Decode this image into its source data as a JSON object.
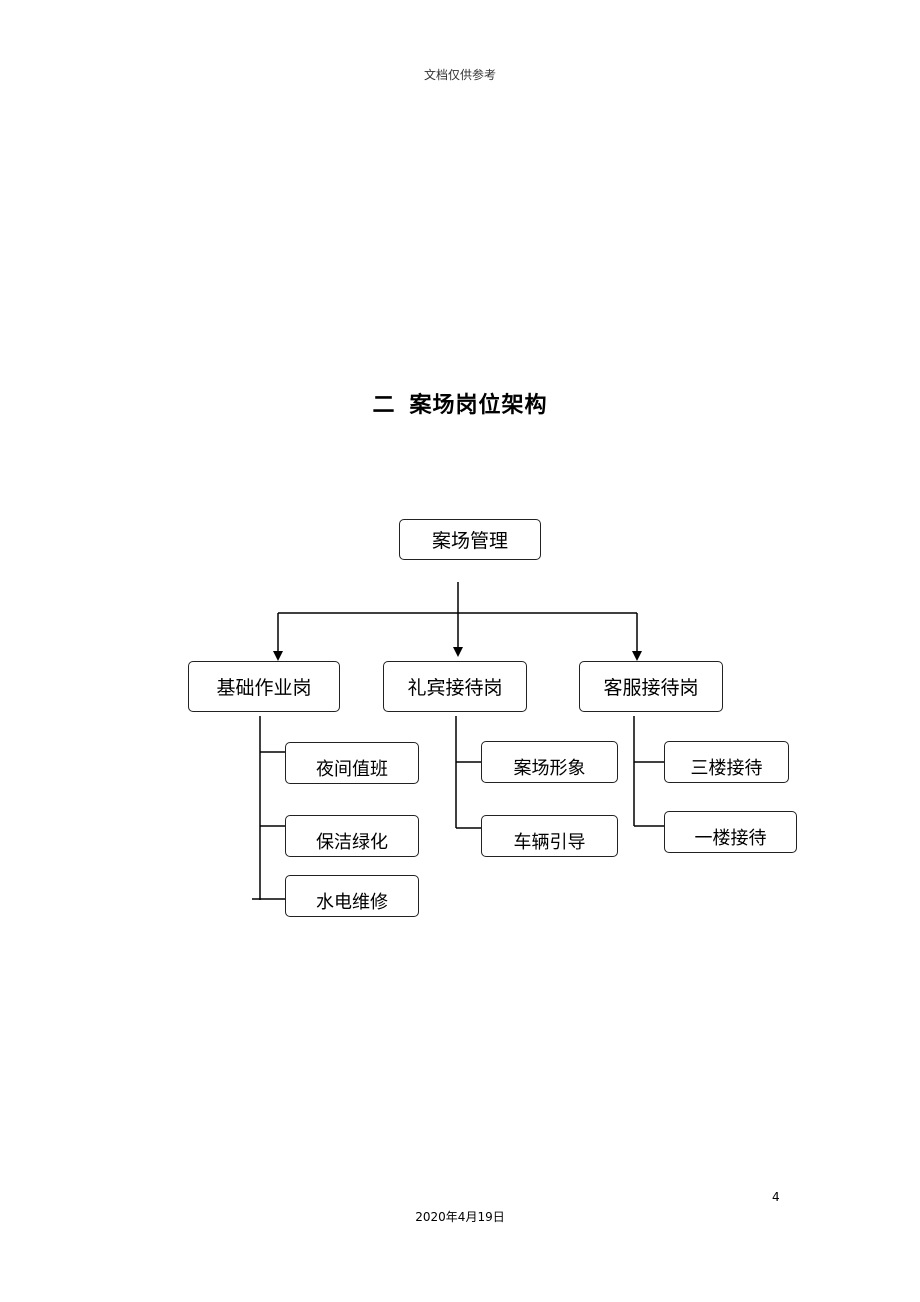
{
  "header": {
    "text": "文档仅供参考"
  },
  "section": {
    "number": "二",
    "title": "案场岗位架构"
  },
  "org_chart": {
    "root": "案场管理",
    "departments": [
      {
        "name": "基础作业岗",
        "roles": [
          "夜间值班",
          "保洁绿化",
          "水电维修"
        ]
      },
      {
        "name": "礼宾接待岗",
        "roles": [
          "案场形象",
          "车辆引导"
        ]
      },
      {
        "name": "客服接待岗",
        "roles": [
          "三楼接待",
          "一楼接待"
        ]
      }
    ]
  },
  "footer": {
    "page_number": "4",
    "date": "2020年4月19日"
  }
}
